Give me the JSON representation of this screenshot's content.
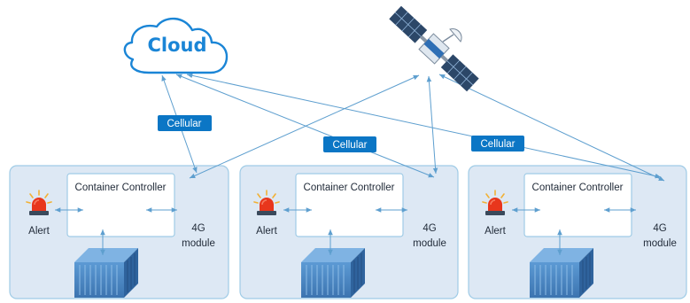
{
  "cloud": {
    "label": "Cloud",
    "icon": "cloud-icon"
  },
  "satellite": {
    "icon": "satellite-icon"
  },
  "cellular_links": [
    "Cellular",
    "Cellular",
    "Cellular"
  ],
  "sites": [
    {
      "controller_label": "Container Controller",
      "alert_label": "Alert",
      "module_label_line1": "4G",
      "module_label_line2": "module"
    },
    {
      "controller_label": "Container Controller",
      "alert_label": "Alert",
      "module_label_line1": "4G",
      "module_label_line2": "module"
    },
    {
      "controller_label": "Container Controller",
      "alert_label": "Alert",
      "module_label_line1": "4G",
      "module_label_line2": "module"
    }
  ],
  "colors": {
    "brand_blue": "#1a85d6",
    "badge_blue": "#0b76c5",
    "panel_fill": "#dde8f4",
    "panel_border": "#9fcbe6",
    "link_line": "#5e9fcf",
    "alert_red": "#e8361c",
    "container_blue": "#4f8cc8"
  }
}
